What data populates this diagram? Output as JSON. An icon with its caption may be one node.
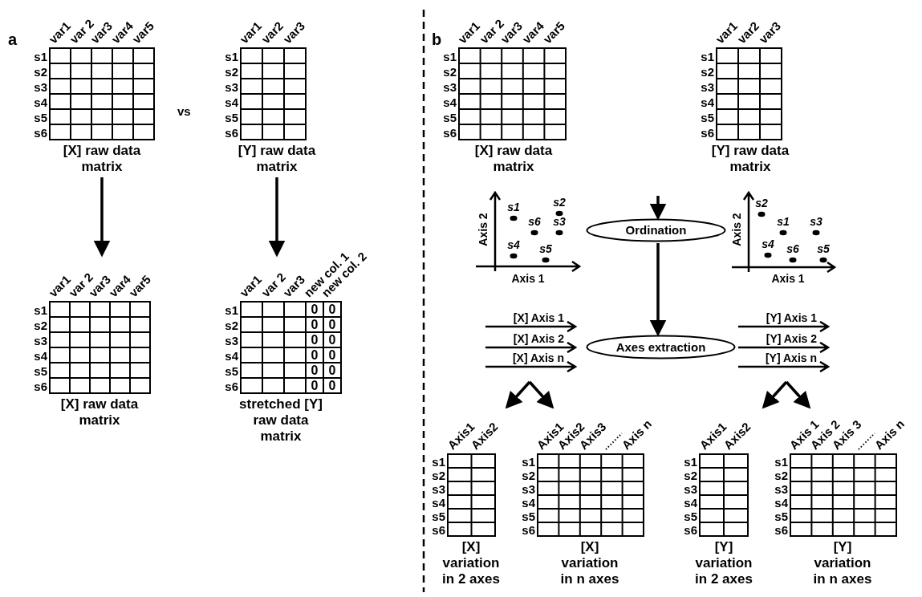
{
  "diagram": {
    "nodes": [
      {
        "text": [
          "var1",
          "var 2",
          "var3",
          "var4",
          "var5",
          "s1",
          "s2",
          "s3",
          "s4",
          "s5",
          "s6",
          "[X] raw data matrix"
        ]
      },
      {
        "text": [
          "var1",
          "var2",
          "var3",
          "s1",
          "s2",
          "s3",
          "s4",
          "s5",
          "s6",
          "[Y] raw data matrix"
        ]
      },
      {
        "text": [
          "var1",
          "var 2",
          "var3",
          "var4",
          "var5",
          "s1",
          "s2",
          "s3",
          "s4",
          "s5",
          "s6",
          "[X] raw data matrix"
        ]
      },
      {
        "text": [
          "var1",
          "var 2",
          "var3",
          "new col. 1",
          "new col. 2",
          "s1",
          "s2",
          "s3",
          "s4",
          "s5",
          "s6",
          "0",
          "0",
          "0",
          "0",
          "0",
          "0",
          "0",
          "0",
          "0",
          "0",
          "0",
          "0",
          "stretched [Y] raw data matrix"
        ]
      },
      {
        "text": [
          "var1",
          "var 2",
          "var3",
          "var4",
          "var5",
          "s1",
          "s2",
          "s3",
          "s4",
          "s5",
          "s6",
          "[X] raw data matrix"
        ]
      },
      {
        "text": [
          "var1",
          "var2",
          "var3",
          "s1",
          "s2",
          "s3",
          "s4",
          "s5",
          "s6",
          "[Y] raw data matrix"
        ]
      },
      {
        "text": [
          "s2",
          "s1",
          "s6",
          "s3",
          "Axis 2",
          "s4",
          "s5",
          "Axis 1"
        ]
      },
      {
        "text": [
          "Ordination"
        ]
      },
      {
        "text": [
          "s2",
          "s1",
          "s3",
          "Axis 2",
          "s4",
          "s6",
          "s5",
          "Axis 1"
        ]
      },
      {
        "text": [
          "Axes extraction"
        ]
      },
      {
        "text": [
          "Axis1",
          "Axis2",
          "s1",
          "s2",
          "s3",
          "s4",
          "s5",
          "s6",
          "[X] variation in 2 axes"
        ]
      },
      {
        "text": [
          "Axis1",
          "Axis2",
          "Axis3",
          "Axis n",
          "s1",
          "s2",
          "s3",
          "s4",
          "s5",
          "s6",
          "[X] variation in n axes"
        ]
      },
      {
        "text": [
          "Axis1",
          "Axis2",
          "s1",
          "s2",
          "s3",
          "s4",
          "s5",
          "s6",
          "[Y] variation in 2 axes"
        ]
      },
      {
        "text": [
          "Axis 1",
          "Axis 2",
          "Axis 3",
          "Axis n",
          "s1",
          "s2",
          "s3",
          "s4",
          "s5",
          "s6",
          "[Y] variation in n axes"
        ]
      }
    ],
    "edges": [
      {
        "from": 0,
        "to": 2,
        "arrow": "to"
      },
      {
        "from": 1,
        "to": 3,
        "arrow": "to"
      },
      {
        "from": null,
        "to": 7,
        "arrow": "to"
      },
      {
        "from": 7,
        "to": 9,
        "arrow": "to"
      },
      {
        "from": null,
        "to": 10,
        "arrow": "to"
      },
      {
        "from": null,
        "to": 11,
        "arrow": "to"
      },
      {
        "from": null,
        "to": 12,
        "arrow": "to"
      },
      {
        "from": null,
        "to": 13,
        "arrow": "to"
      }
    ],
    "labels": [
      "a",
      "vs",
      "b",
      "[X] Axis 1",
      "[X] Axis 2",
      "[X] Axis n",
      "[Y] Axis 1",
      "[Y] Axis 2",
      "[Y] Axis n"
    ]
  }
}
